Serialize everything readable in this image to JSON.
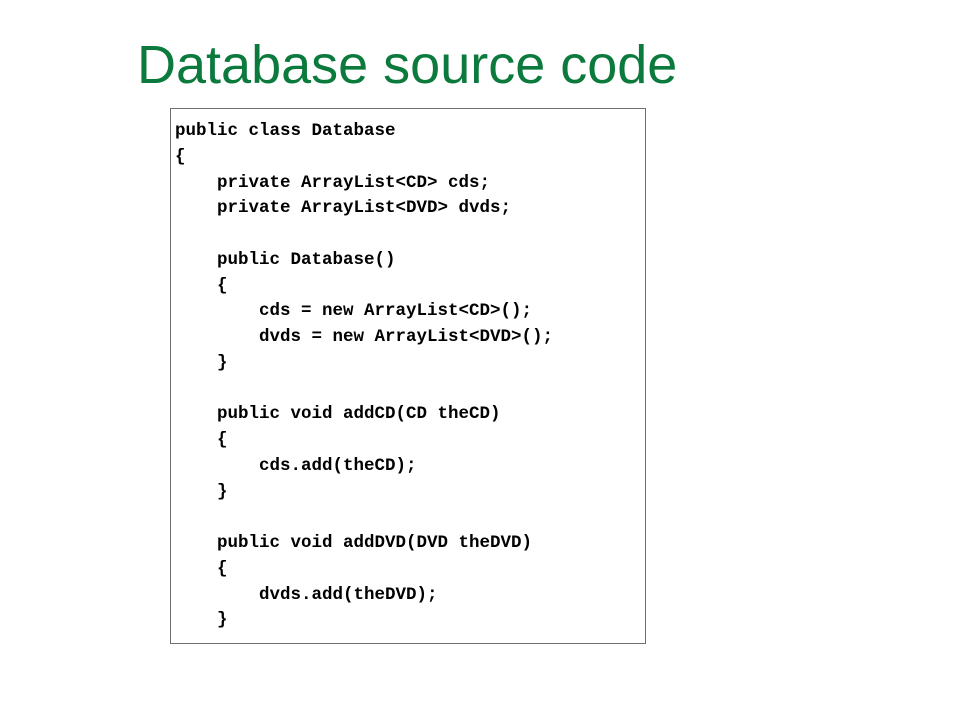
{
  "slide": {
    "title": "Database source code"
  },
  "code": {
    "lines": [
      "public class Database",
      "{",
      "    private ArrayList<CD> cds;",
      "    private ArrayList<DVD> dvds;",
      "",
      "    public Database()",
      "    {",
      "        cds = new ArrayList<CD>();",
      "        dvds = new ArrayList<DVD>();",
      "    }",
      "",
      "    public void addCD(CD theCD)",
      "    {",
      "        cds.add(theCD);",
      "    }",
      "",
      "    public void addDVD(DVD theDVD)",
      "    {",
      "        dvds.add(theDVD);",
      "    }"
    ]
  },
  "colors": {
    "title": "#0b7a3c",
    "code_text": "#000000",
    "box_border": "#6f6f6f",
    "background": "#ffffff"
  }
}
